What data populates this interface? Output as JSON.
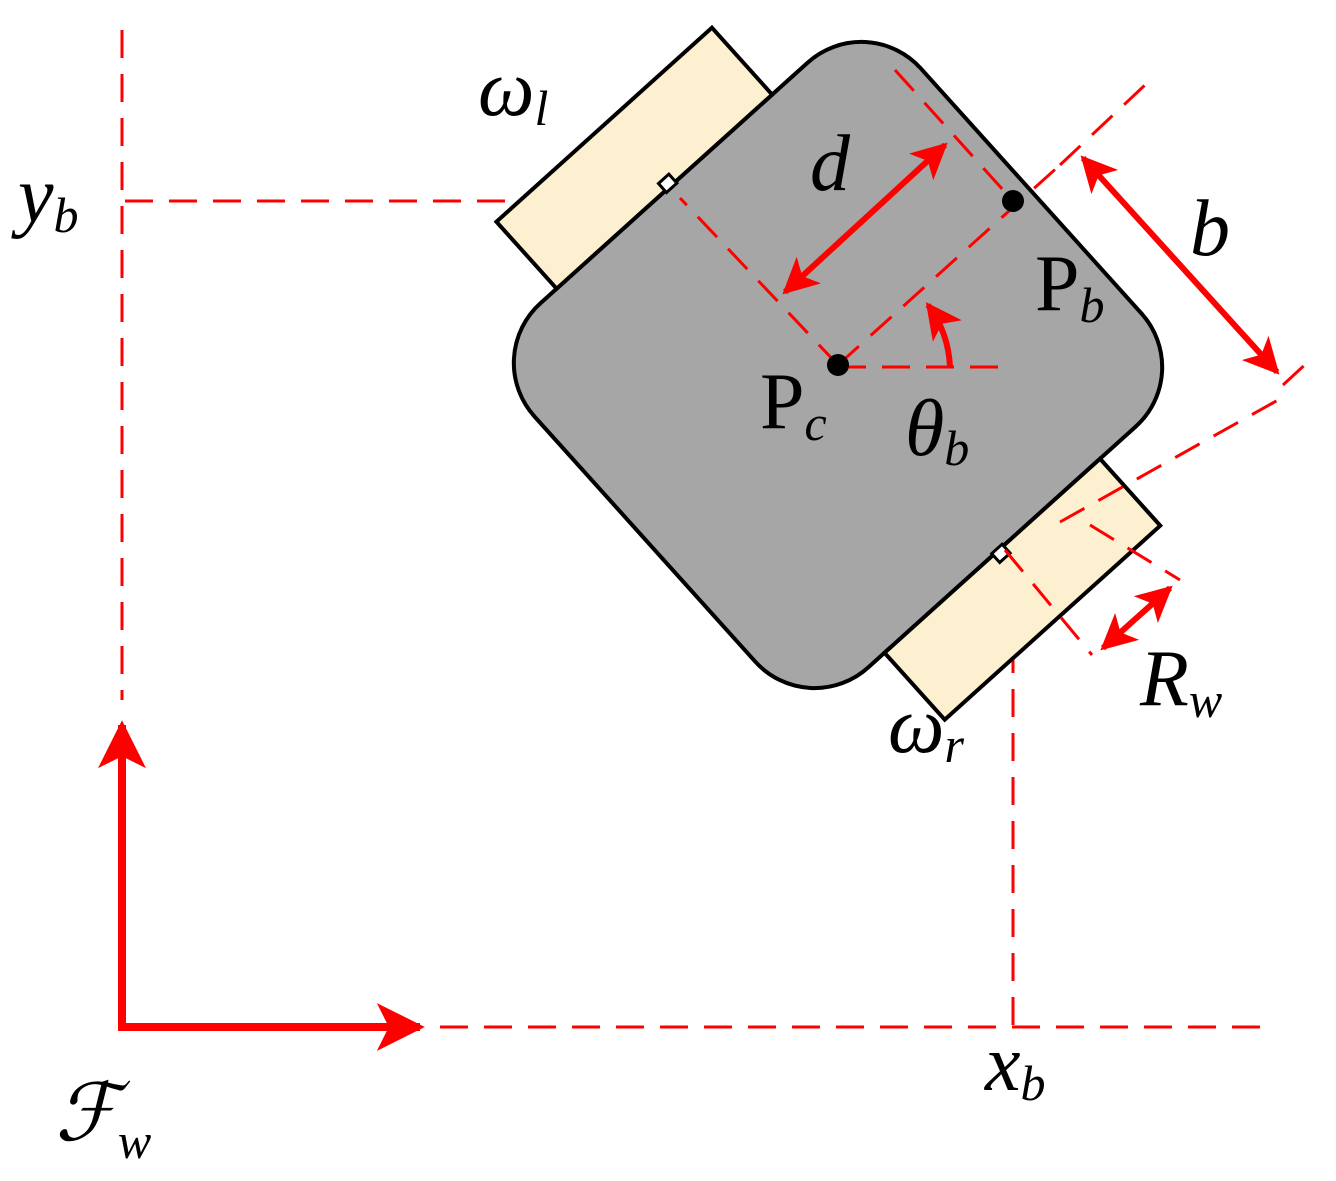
{
  "colors": {
    "robot_body": "#a6a6a6",
    "wheel": "#fdf0d0",
    "outline": "#000000",
    "accent": "#ff0000"
  },
  "labels": {
    "world_frame": {
      "main": "ℱ",
      "sub": "w"
    },
    "x_b": {
      "main": "x",
      "sub": "b"
    },
    "y_b": {
      "main": "y",
      "sub": "b"
    },
    "omega_l": {
      "main": "ω",
      "sub": "l"
    },
    "omega_r": {
      "main": "ω",
      "sub": "r"
    },
    "d": "d",
    "b": "b",
    "P_b": {
      "main": "P",
      "sub": "b"
    },
    "P_c": {
      "main": "P",
      "sub": "c"
    },
    "theta_b": {
      "main": "θ",
      "sub": "b"
    },
    "R_w": {
      "main": "R",
      "sub": "w"
    }
  }
}
